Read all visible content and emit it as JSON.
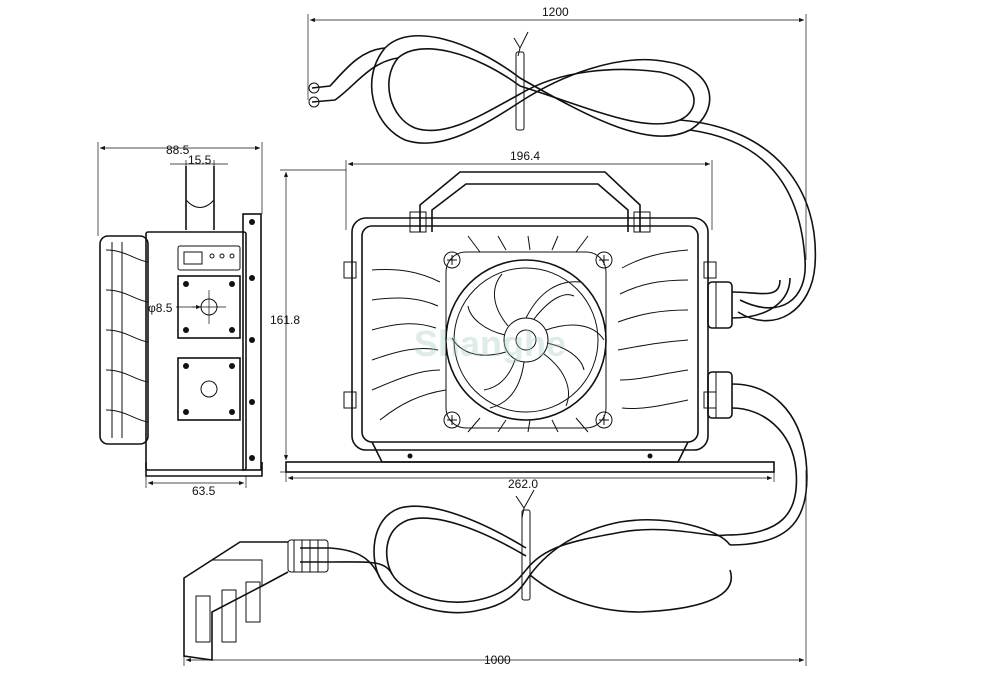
{
  "dimensions": {
    "cable_top_length": "1200",
    "side_depth": "88.5",
    "side_offset": "15.5",
    "port_diameter": "φ8.5",
    "side_base": "63.5",
    "front_width": "196.4",
    "front_height": "161.8",
    "base_width": "262.0",
    "cable_bottom_length": "1000"
  },
  "watermark": "Shanghe"
}
